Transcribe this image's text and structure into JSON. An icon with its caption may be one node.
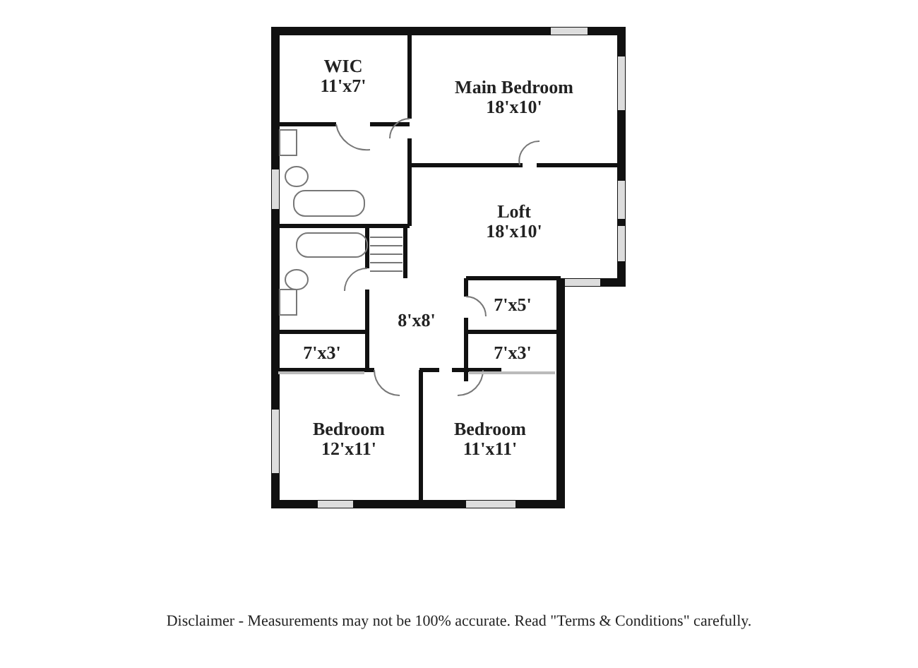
{
  "diagram": {
    "caption": "Disclaimer - Measurements may not be 100% accurate. Read \"Terms & Conditions\" carefully.",
    "nodes": [
      {
        "text": [
          "WIC",
          "11'x7'"
        ]
      },
      {
        "text": [
          "Main Bedroom",
          "18'x10'"
        ]
      },
      {
        "text": [
          "Loft",
          "18'x10'"
        ]
      },
      {
        "text": [
          "8'x8'"
        ]
      },
      {
        "text": [
          "7'x5'"
        ]
      },
      {
        "text": [
          "7'x3'"
        ]
      },
      {
        "text": [
          "7'x3'"
        ]
      },
      {
        "text": [
          "Bedroom",
          "12'x11'"
        ]
      },
      {
        "text": [
          "Bedroom",
          "11'x11'"
        ]
      }
    ],
    "edges": []
  }
}
